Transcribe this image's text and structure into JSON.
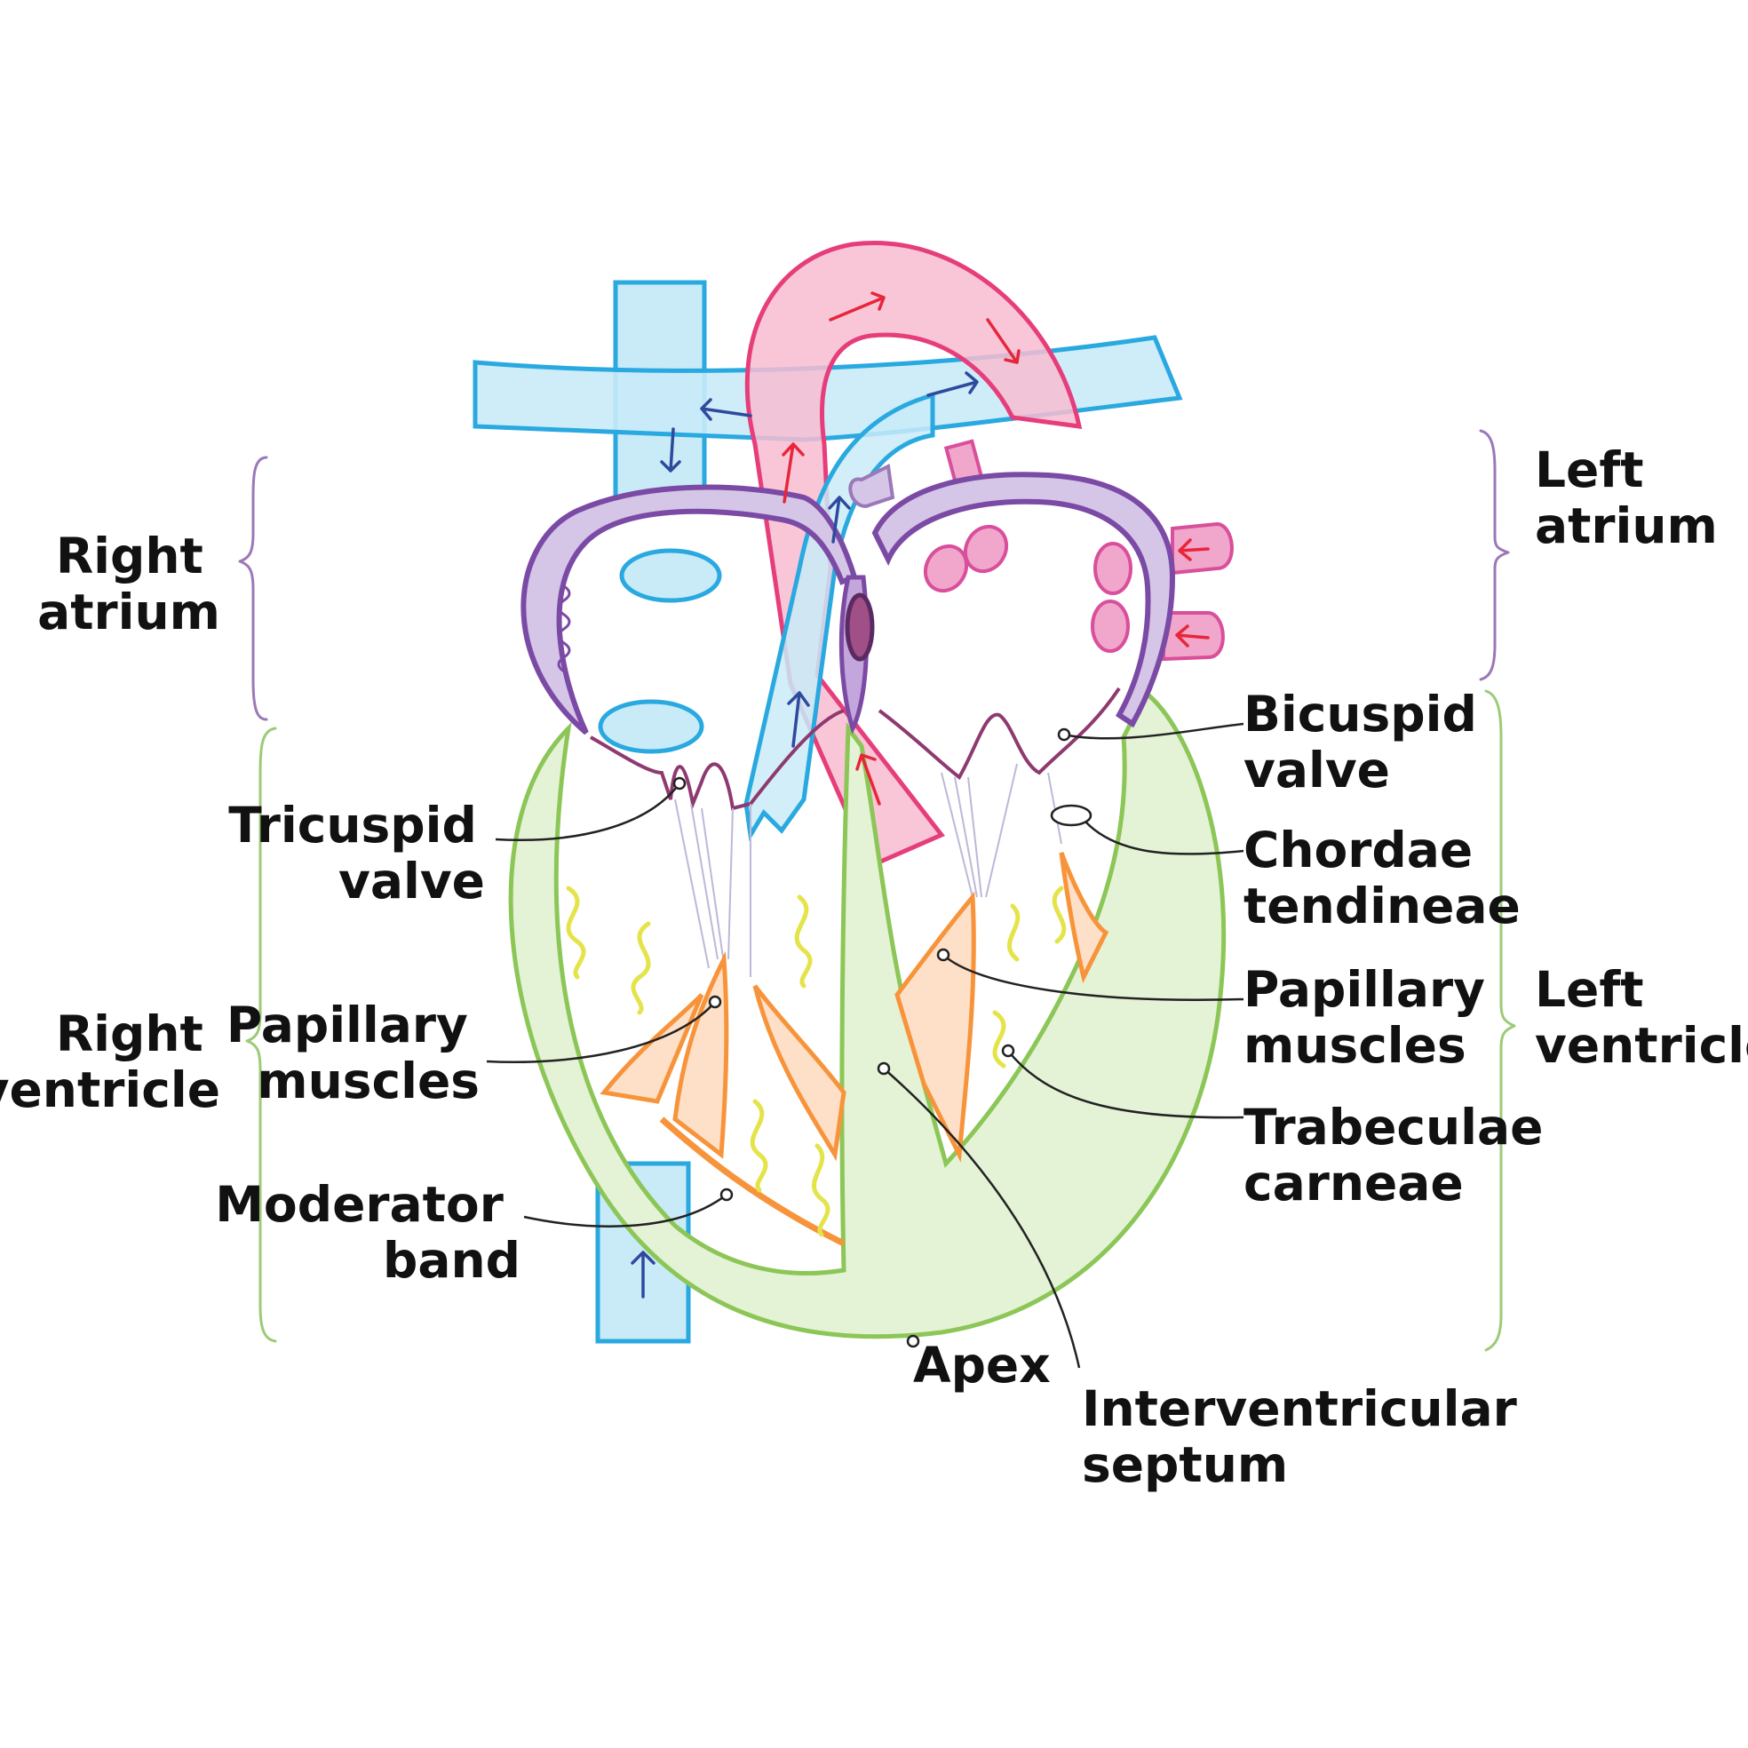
{
  "colors": {
    "vein": "#29a9e0",
    "vein_fill": "#c9ebf8",
    "artery": "#e63e7a",
    "artery_fill": "#f8bcd1",
    "atrium_wall": "#7b4aa5",
    "atrium_wall_fill": "#d5c6e8",
    "myocardium": "#8cc657",
    "myocardium_fill": "#e4f2d6",
    "muscle": "#f7943b",
    "muscle_fill": "#fde0c7",
    "valve": "#8e3a70",
    "trabeculae": "#e4e44a",
    "flow_blue": "#2e4a9e",
    "flow_red": "#e8263a",
    "brace_atrium": "#9b78b8",
    "brace_ventricle": "#9ccb77"
  },
  "labels": {
    "right_atrium": [
      "Right",
      "atrium"
    ],
    "right_ventricle": [
      "Right",
      "ventricle"
    ],
    "left_atrium": [
      "Left",
      "atrium"
    ],
    "left_ventricle": [
      "Left",
      "ventricle"
    ],
    "tricuspid_valve": [
      "Tricuspid",
      "valve"
    ],
    "papillary_muscles_left_side": [
      "Papillary",
      "muscles"
    ],
    "moderator_band": [
      "Moderator",
      "band"
    ],
    "bicuspid_valve": [
      "Bicuspid",
      "valve"
    ],
    "chordae_tendineae": [
      "Chordae",
      "tendineae"
    ],
    "papillary_muscles_right_side": [
      "Papillary",
      "muscles"
    ],
    "trabeculae_carneae": [
      "Trabeculae",
      "carneae"
    ],
    "apex": [
      "Apex"
    ],
    "interventricular_septum": [
      "Interventricular",
      "septum"
    ]
  }
}
